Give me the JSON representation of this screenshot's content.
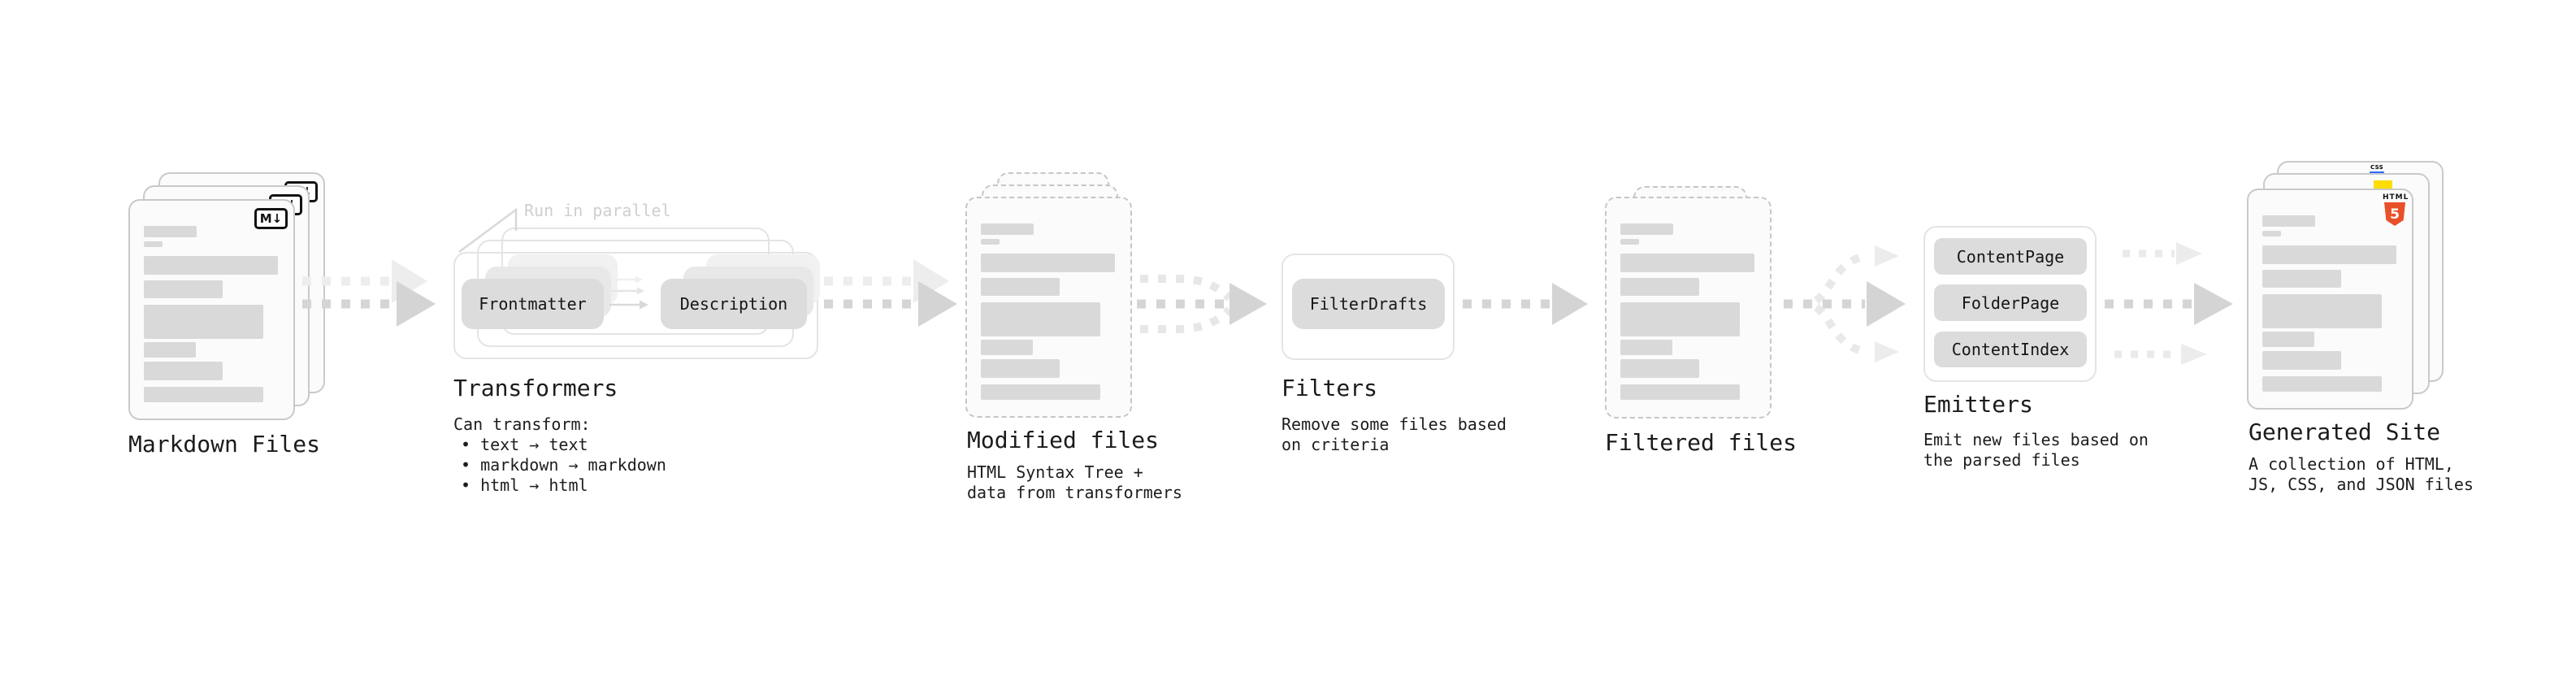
{
  "stages": {
    "markdown_files": {
      "title": "Markdown Files",
      "file_badge": "M↓"
    },
    "transformers": {
      "title": "Transformers",
      "annotation": "Run in parallel",
      "step_buttons": [
        "Frontmatter",
        "Description"
      ],
      "caption_heading": "Can transform:",
      "caption_bullets": [
        "• text → text",
        "• markdown → markdown",
        "• html → html"
      ]
    },
    "modified_files": {
      "title": "Modified files",
      "caption": "HTML Syntax Tree +\ndata from transformers"
    },
    "filters": {
      "title": "Filters",
      "step_buttons": [
        "FilterDrafts"
      ],
      "caption": "Remove some files based\non criteria"
    },
    "filtered_files": {
      "title": "Filtered files"
    },
    "emitters": {
      "title": "Emitters",
      "step_buttons": [
        "ContentPage",
        "FolderPage",
        "ContentIndex"
      ],
      "caption": "Emit new files based on\nthe parsed files"
    },
    "generated_site": {
      "title": "Generated Site",
      "caption": "A collection of HTML,\nJS, CSS, and JSON files",
      "badges": {
        "css_label": "CSS",
        "html_label": "HTML",
        "html_number": "5"
      }
    }
  },
  "colors": {
    "ink": "#1b1b1b",
    "placeholder_gray": "#d9d9d9",
    "arrow_gray": "#d5d5d5",
    "accent_css_blue": "#2e6bff",
    "accent_js_yellow": "#ffdd00",
    "accent_html_orange": "#e8502a"
  }
}
